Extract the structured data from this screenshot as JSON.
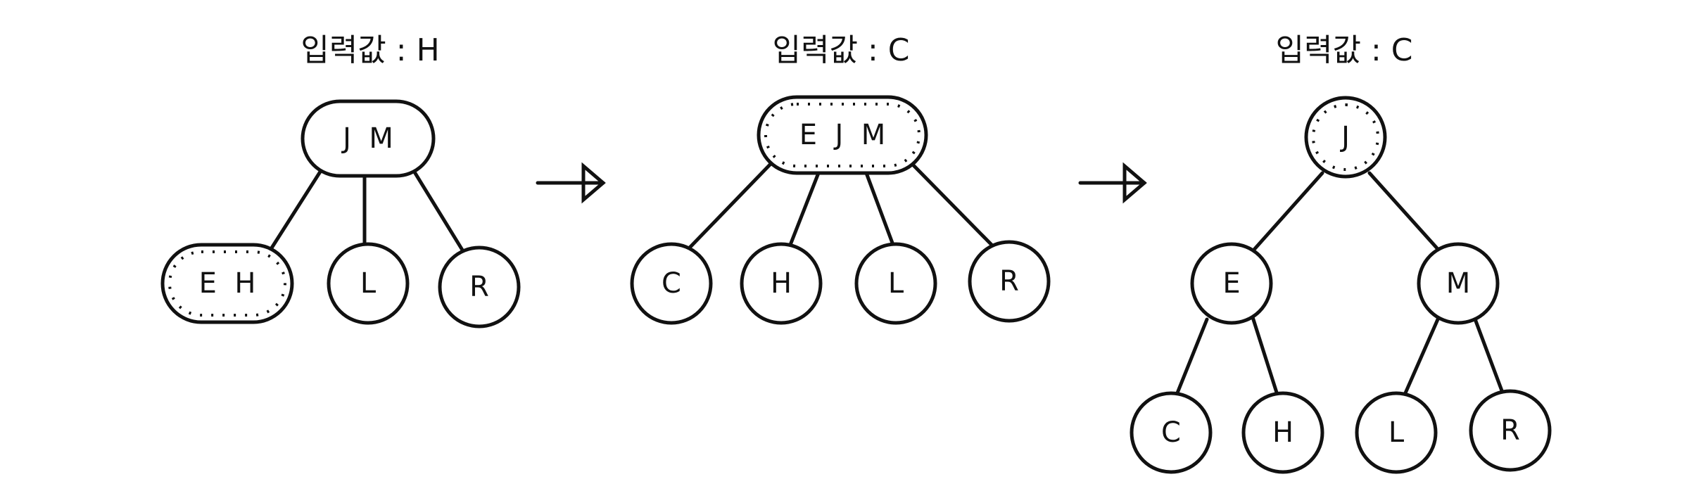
{
  "steps": [
    {
      "title": "입력값 : H",
      "nodes": [
        "J  M",
        "E  H",
        "L",
        "R"
      ],
      "highlighted": [
        1
      ]
    },
    {
      "title": "입력값 : C",
      "nodes": [
        "E  J  M",
        "C",
        "H",
        "L",
        "R"
      ],
      "highlighted": [
        0
      ]
    },
    {
      "title": "입력값 : C",
      "nodes": [
        "J",
        "E",
        "M",
        "C",
        "H",
        "L",
        "R"
      ],
      "highlighted": [
        0
      ]
    }
  ],
  "arrow_count": 2
}
